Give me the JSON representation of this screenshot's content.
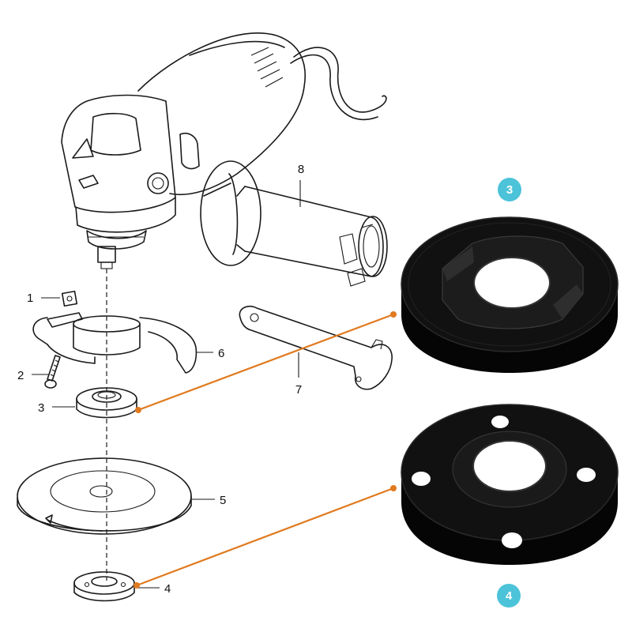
{
  "colors": {
    "leader": "#e07a1f",
    "badge": "#4cc3d9",
    "part_dark": "#0d0d0d",
    "line": "#1a1a1a"
  },
  "labels": {
    "p1": "1",
    "p2": "2",
    "p3": "3",
    "p4": "4",
    "p5": "5",
    "p6": "6",
    "p7": "7",
    "p8": "8"
  },
  "badges": {
    "b3": "3",
    "b4": "4"
  }
}
